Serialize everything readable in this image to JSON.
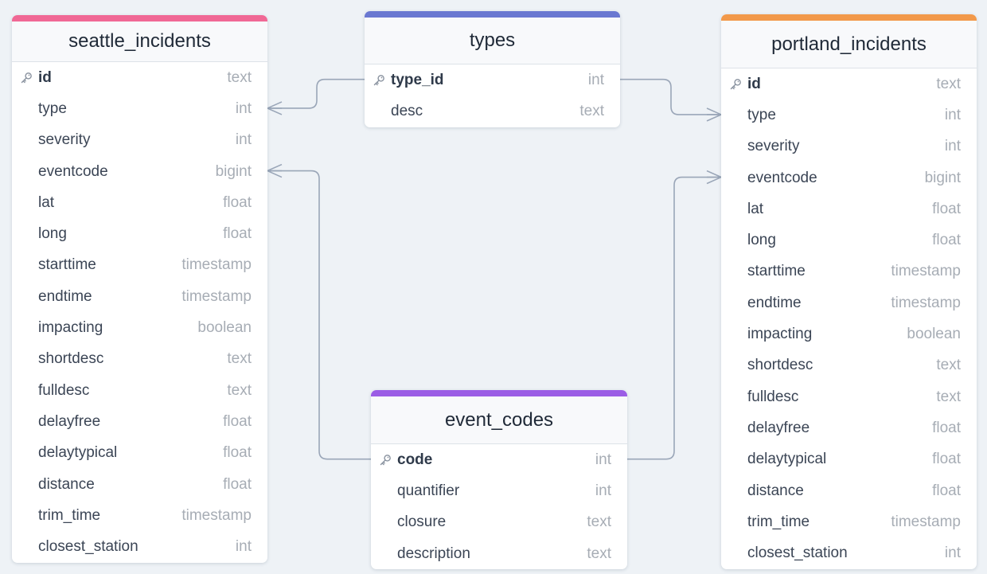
{
  "colors": {
    "background": "#eef2f6",
    "seattle_accent": "#f06895",
    "types_accent": "#6a78d1",
    "portland_accent": "#f2994a",
    "event_codes_accent": "#9b5de5",
    "connector": "#9aa6b8"
  },
  "tables": [
    {
      "id": "seattle",
      "name": "seattle_incidents",
      "accent": "#f06895",
      "columns": [
        {
          "name": "id",
          "type": "text",
          "pk": true
        },
        {
          "name": "type",
          "type": "int"
        },
        {
          "name": "severity",
          "type": "int"
        },
        {
          "name": "eventcode",
          "type": "bigint"
        },
        {
          "name": "lat",
          "type": "float"
        },
        {
          "name": "long",
          "type": "float"
        },
        {
          "name": "starttime",
          "type": "timestamp"
        },
        {
          "name": "endtime",
          "type": "timestamp"
        },
        {
          "name": "impacting",
          "type": "boolean"
        },
        {
          "name": "shortdesc",
          "type": "text"
        },
        {
          "name": "fulldesc",
          "type": "text"
        },
        {
          "name": "delayfree",
          "type": "float"
        },
        {
          "name": "delaytypical",
          "type": "float"
        },
        {
          "name": "distance",
          "type": "float"
        },
        {
          "name": "trim_time",
          "type": "timestamp"
        },
        {
          "name": "closest_station",
          "type": "int"
        }
      ]
    },
    {
      "id": "types",
      "name": "types",
      "accent": "#6a78d1",
      "columns": [
        {
          "name": "type_id",
          "type": "int",
          "pk": true
        },
        {
          "name": "desc",
          "type": "text"
        }
      ]
    },
    {
      "id": "portland",
      "name": "portland_incidents",
      "accent": "#f2994a",
      "columns": [
        {
          "name": "id",
          "type": "text",
          "pk": true
        },
        {
          "name": "type",
          "type": "int"
        },
        {
          "name": "severity",
          "type": "int"
        },
        {
          "name": "eventcode",
          "type": "bigint"
        },
        {
          "name": "lat",
          "type": "float"
        },
        {
          "name": "long",
          "type": "float"
        },
        {
          "name": "starttime",
          "type": "timestamp"
        },
        {
          "name": "endtime",
          "type": "timestamp"
        },
        {
          "name": "impacting",
          "type": "boolean"
        },
        {
          "name": "shortdesc",
          "type": "text"
        },
        {
          "name": "fulldesc",
          "type": "text"
        },
        {
          "name": "delayfree",
          "type": "float"
        },
        {
          "name": "delaytypical",
          "type": "float"
        },
        {
          "name": "distance",
          "type": "float"
        },
        {
          "name": "trim_time",
          "type": "timestamp"
        },
        {
          "name": "closest_station",
          "type": "int"
        }
      ]
    },
    {
      "id": "event_codes",
      "name": "event_codes",
      "accent": "#9b5de5",
      "columns": [
        {
          "name": "code",
          "type": "int",
          "pk": true
        },
        {
          "name": "quantifier",
          "type": "int"
        },
        {
          "name": "closure",
          "type": "text"
        },
        {
          "name": "description",
          "type": "text"
        }
      ]
    }
  ],
  "relationships": [
    {
      "from_table": "seattle",
      "from_column": "type",
      "to_table": "types",
      "to_column": "type_id",
      "cardinality": "many-to-one"
    },
    {
      "from_table": "seattle",
      "from_column": "eventcode",
      "to_table": "event_codes",
      "to_column": "code",
      "cardinality": "many-to-one"
    },
    {
      "from_table": "portland",
      "from_column": "type",
      "to_table": "types",
      "to_column": "type_id",
      "cardinality": "many-to-one"
    },
    {
      "from_table": "portland",
      "from_column": "eventcode",
      "to_table": "event_codes",
      "to_column": "code",
      "cardinality": "many-to-one"
    }
  ]
}
